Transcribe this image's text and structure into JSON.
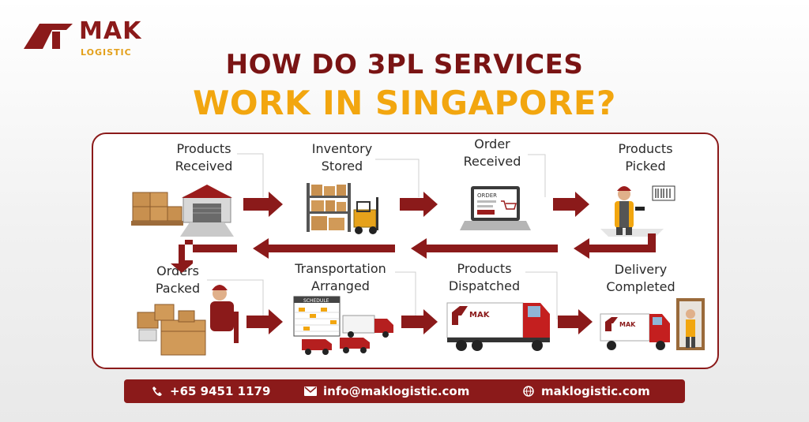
{
  "brand": {
    "name": "MAK",
    "sub": "LOGISTIC"
  },
  "title": {
    "line1": "HOW DO 3PL SERVICES",
    "line2": "WORK IN SINGAPORE?"
  },
  "steps": [
    {
      "label": "Products\nReceived",
      "icon": "warehouse-boxes-icon"
    },
    {
      "label": "Inventory\nStored",
      "icon": "shelves-forklift-icon"
    },
    {
      "label": "Order\nReceived",
      "icon": "laptop-order-icon"
    },
    {
      "label": "Products\nPicked",
      "icon": "worker-scanner-icon"
    },
    {
      "label": "Orders\nPacked",
      "icon": "packing-worker-icon"
    },
    {
      "label": "Transportation\nArranged",
      "icon": "schedule-vans-icon"
    },
    {
      "label": "Products\nDispatched",
      "icon": "truck-icon"
    },
    {
      "label": "Delivery\nCompleted",
      "icon": "truck-door-icon"
    }
  ],
  "truck_brand": "MAK",
  "schedule_title": "SCHEDULE",
  "order_screen": "ORDER",
  "contact": {
    "phone": "+65 9451 1179",
    "email": "info@maklogistic.com",
    "web": "maklogistic.com"
  },
  "colors": {
    "primary": "#8b1a1a",
    "accent": "#f2a60f"
  }
}
